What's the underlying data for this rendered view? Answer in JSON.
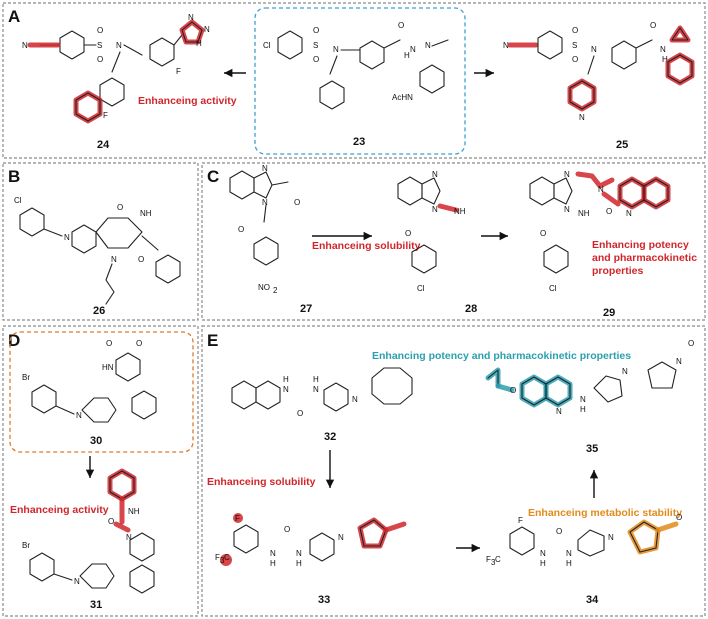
{
  "colors": {
    "red": "#d0262b",
    "teal": "#2b9fb0",
    "orange": "#e28a1a",
    "blue_dashed": "#3aa0d8"
  },
  "panels": {
    "A": {
      "label": "A",
      "compounds": [
        "24",
        "23",
        "25"
      ],
      "annotation": "Enhanceing activity"
    },
    "B": {
      "label": "B",
      "compounds": [
        "26"
      ]
    },
    "C": {
      "label": "C",
      "compounds": [
        "27",
        "28",
        "29"
      ],
      "annotation_1": "Enhanceing solubility",
      "annotation_2_lines": [
        "Enhancing potency",
        "and pharmacokinetic",
        "properties"
      ]
    },
    "D": {
      "label": "D",
      "compounds": [
        "30",
        "31"
      ],
      "annotation": "Enhanceing activity"
    },
    "E": {
      "label": "E",
      "compounds": [
        "32",
        "33",
        "34",
        "35"
      ],
      "annotation_top": "Enhancing potency and pharmacokinetic properties",
      "annotation_left": "Enhanceing solubility",
      "annotation_right": "Enhanceing metabolic stability"
    }
  },
  "atoms": {
    "N": "N",
    "O": "O",
    "S": "S",
    "F": "F",
    "Cl": "Cl",
    "Br": "Br",
    "NH": "NH",
    "HN": "HN",
    "H": "H",
    "AcHN": "AcHN",
    "NO2": "NO",
    "NO2_sub": "2",
    "F3C": "F",
    "F3C_sub": "3",
    "F3C_tail": "C"
  }
}
